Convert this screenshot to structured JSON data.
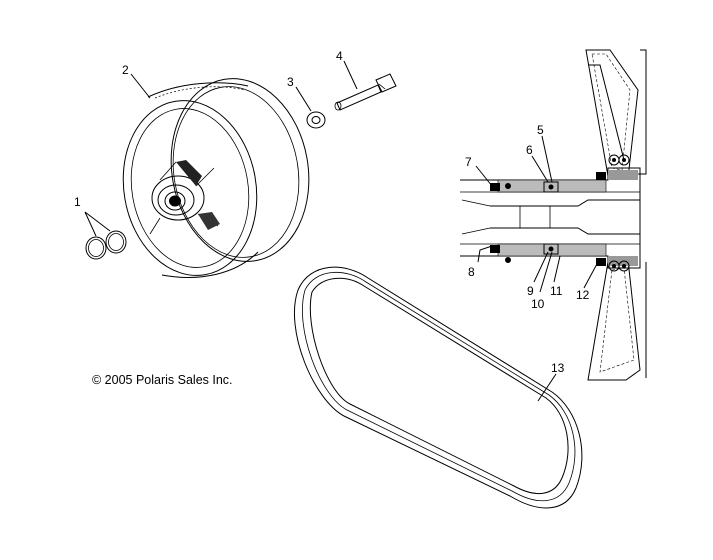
{
  "copyright": "© 2005 Polaris Sales Inc.",
  "callouts": [
    "1",
    "2",
    "3",
    "4",
    "5",
    "6",
    "7",
    "8",
    "9",
    "10",
    "11",
    "12",
    "13"
  ]
}
